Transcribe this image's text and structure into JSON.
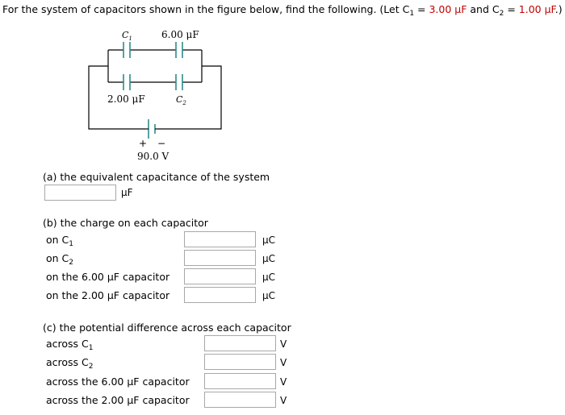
{
  "intro": {
    "text": "For the system of capacitors shown in the figure below, find the following. (Let ",
    "c1_label": "C",
    "c1_sub": "1",
    "eq1": " = ",
    "c1_value": "3.00 μF",
    "and_text": " and ",
    "c2_label": "C",
    "c2_sub": "2",
    "eq2": " = ",
    "c2_value": "1.00 μF",
    "end": ".)"
  },
  "figure": {
    "c1_label": "C",
    "c1_sub": "1",
    "cap_600_label": "6.00 μF",
    "cap_200_label": "2.00 μF",
    "c2_label": "C",
    "c2_sub": "2",
    "battery_plus": "+",
    "battery_minus": "−",
    "battery_label": "90.0 V"
  },
  "part_a": {
    "prompt": "(a) the equivalent capacitance of the system",
    "unit": "μF",
    "value": ""
  },
  "part_b": {
    "prompt": "(b) the charge on each capacitor",
    "rows": [
      {
        "label": "on C",
        "sub": "1",
        "suffix": "",
        "unit": "μC",
        "value": ""
      },
      {
        "label": "on C",
        "sub": "2",
        "suffix": "",
        "unit": "μC",
        "value": ""
      },
      {
        "label": "on the 6.00 μF capacitor",
        "sub": "",
        "suffix": "",
        "unit": "μC",
        "value": ""
      },
      {
        "label": "on the 2.00 μF capacitor",
        "sub": "",
        "suffix": "",
        "unit": "μC",
        "value": ""
      }
    ]
  },
  "part_c": {
    "prompt": "(c) the potential difference across each capacitor",
    "rows": [
      {
        "label": "across C",
        "sub": "1",
        "unit": "V",
        "value": ""
      },
      {
        "label": "across C",
        "sub": "2",
        "unit": "V",
        "value": ""
      },
      {
        "label": "across the 6.00 μF capacitor",
        "sub": "",
        "unit": "V",
        "value": ""
      },
      {
        "label": "across the 2.00 μF capacitor",
        "sub": "",
        "unit": "V",
        "value": ""
      }
    ]
  },
  "colors": {
    "given_value": "#c00000",
    "wire": "#000000",
    "capacitor_plate": "#2e8b8b",
    "input_border": "#a8a8a8"
  }
}
